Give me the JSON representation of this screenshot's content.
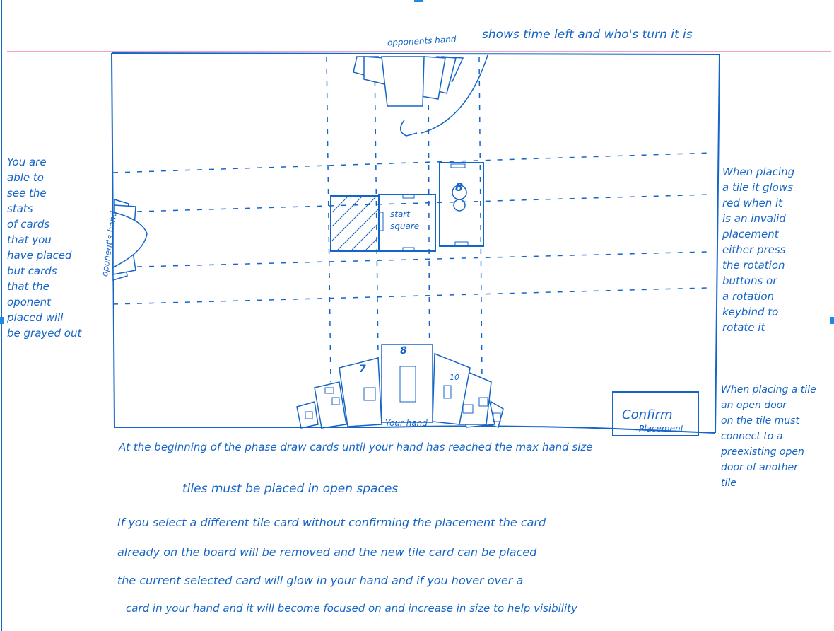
{
  "labels": {
    "opponents_hand_top": "opponents hand",
    "turn_note": "shows time left and who's turn it is",
    "opponents_hand_left": "oponent's hand",
    "start_square": [
      "start",
      "square"
    ],
    "your_hand": "Your hand",
    "confirm": "Confirm",
    "placement": "Placement"
  },
  "card_numbers": {
    "board_card": "8",
    "hand_center": "8",
    "hand_left": "7",
    "hand_right": "10"
  },
  "notes": {
    "left": [
      "You are",
      "able to",
      "see the",
      "stats",
      "of cards",
      "that you",
      "have placed",
      "but cards",
      "that the",
      "oponent",
      "placed will",
      "be grayed out"
    ],
    "right_top": [
      "When placing",
      "a tile it glows",
      "red when it",
      "is an invalid",
      "placement",
      "either press",
      "the rotation",
      "buttons or",
      "a rotation",
      "keybind to",
      "rotate it"
    ],
    "right_bottom": [
      "When placing a tile",
      "an open door",
      "on the tile must",
      "connect to a",
      "preexisting open",
      "door of another",
      "tile"
    ],
    "bottom_phase": "At the beginning of the phase draw cards until your hand has reached the max hand size",
    "bottom_tiles": "tiles must be placed in open spaces",
    "bottom_para": [
      "If you select a different tile card without confirming the placement the card",
      "already on the board will be removed and the new tile card can be placed",
      "the current selected card will glow in your hand and if you hover over a",
      "card in your hand and it will become focused on and increase in size to help visibility"
    ]
  },
  "colors": {
    "ink": "#1565c8",
    "top_line": "#f4a0c8",
    "paper": "#ffffff"
  }
}
